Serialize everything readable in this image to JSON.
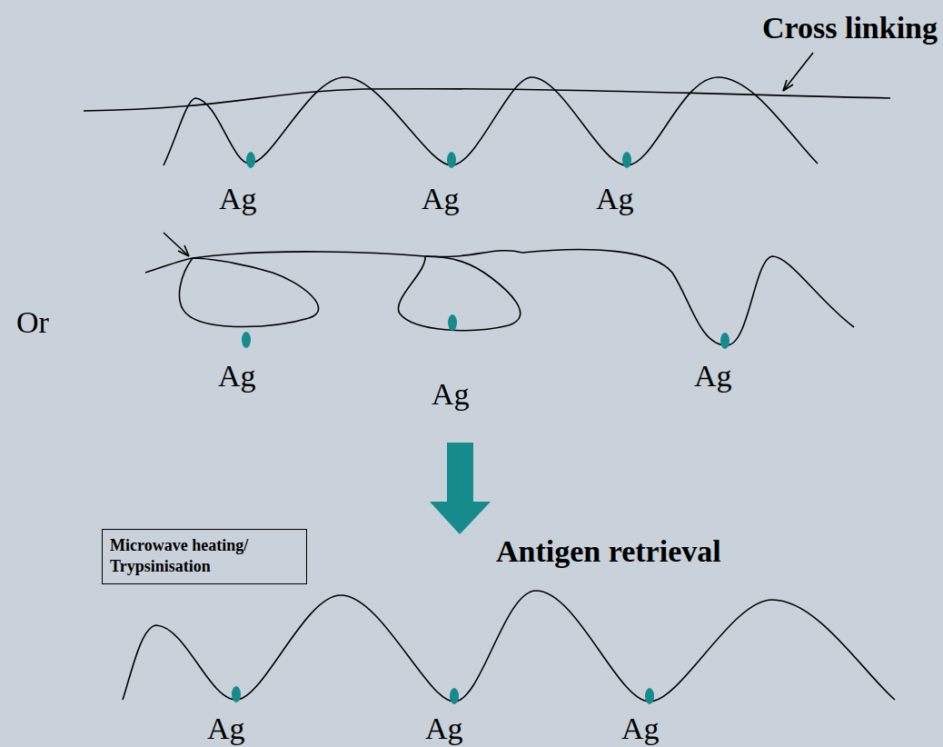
{
  "diagram": {
    "nodes": [
      {
        "text": [
          "Microwave heating/ Trypsinisation"
        ]
      }
    ],
    "edges": [],
    "labels": [
      "Cross linking",
      "Ag",
      "Ag",
      "Ag",
      "Or",
      "Ag",
      "Ag",
      "Ag",
      "Antigen retrieval",
      "Ag",
      "Ag",
      "Ag"
    ]
  }
}
